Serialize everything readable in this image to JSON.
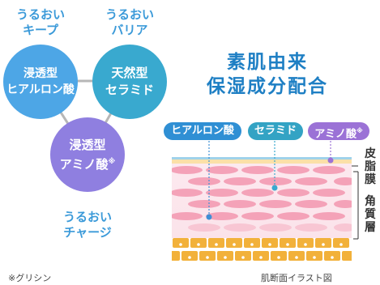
{
  "captions": {
    "keep": [
      "うるおい",
      "キープ"
    ],
    "barrier": [
      "うるおい",
      "バリア"
    ],
    "charge": [
      "うるおい",
      "チャージ"
    ]
  },
  "circles": {
    "hyaluronic": [
      "浸透型",
      "ヒアルロン酸"
    ],
    "ceramide": [
      "天然型",
      "セラミド"
    ],
    "amino": [
      "浸透型",
      "アミノ酸"
    ],
    "amino_mark": "※"
  },
  "title": [
    "素肌由来",
    "保湿成分配合"
  ],
  "pills": [
    {
      "label": "ヒアルロン酸",
      "color": "#2f8fd4"
    },
    {
      "label": "セラミド",
      "color": "#33a3c4"
    },
    {
      "label": "アミノ酸",
      "color": "#9b72d6",
      "mark": "※"
    }
  ],
  "skin_labels": {
    "sebum": [
      "皮",
      "脂",
      "膜"
    ],
    "corneum": [
      "角",
      "質",
      "層"
    ]
  },
  "footnote": "※グリシン",
  "illustration_caption": "肌断面イラスト図",
  "colors": {
    "hyaluronic_circle": "#4da6e6",
    "ceramide_circle": "#39a9cf",
    "amino_circle": "#8f7fe0",
    "caption": "#3b9ad9",
    "title": "#1e7fc4",
    "corneum_cell": "#f4a2b8",
    "basal_cell": "#f2b13a"
  }
}
